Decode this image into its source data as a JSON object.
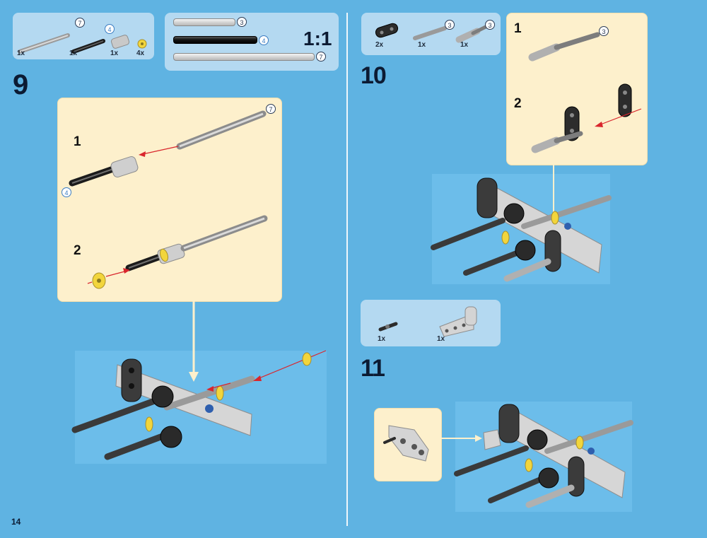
{
  "page": {
    "number": "14",
    "scale_label": "1:1"
  },
  "step9": {
    "number": "9",
    "parts": [
      {
        "qty": "1x",
        "length": "7",
        "name": "axle-7"
      },
      {
        "qty": "1x",
        "length": "4",
        "name": "axle-4"
      },
      {
        "qty": "1x",
        "name": "axle-connector"
      },
      {
        "qty": "4x",
        "name": "bushing-half"
      }
    ],
    "rulers": [
      {
        "length": "3"
      },
      {
        "length": "4"
      },
      {
        "length": "7"
      }
    ],
    "callout": {
      "substeps": [
        {
          "label": "1"
        },
        {
          "label": "2"
        }
      ],
      "length_markers": [
        "7",
        "4"
      ]
    }
  },
  "step10": {
    "number": "10",
    "parts": [
      {
        "qty": "2x",
        "name": "liftarm-1x2"
      },
      {
        "qty": "1x",
        "length": "3",
        "name": "axle-3"
      },
      {
        "qty": "1x",
        "length": "3",
        "name": "pin-axle-3"
      }
    ],
    "callout": {
      "substeps": [
        {
          "label": "1"
        },
        {
          "label": "2"
        }
      ],
      "length_markers": [
        "3"
      ]
    }
  },
  "step11": {
    "number": "11",
    "parts": [
      {
        "qty": "1x",
        "name": "pin-with-friction"
      },
      {
        "qty": "1x",
        "name": "liftarm-bent"
      }
    ]
  },
  "colors": {
    "background": "#5fb3e2",
    "parts_box": "#b4d9f1",
    "callout": "#fdf0cc",
    "arrow": "#d9262d",
    "bushing": "#f2d53c"
  }
}
